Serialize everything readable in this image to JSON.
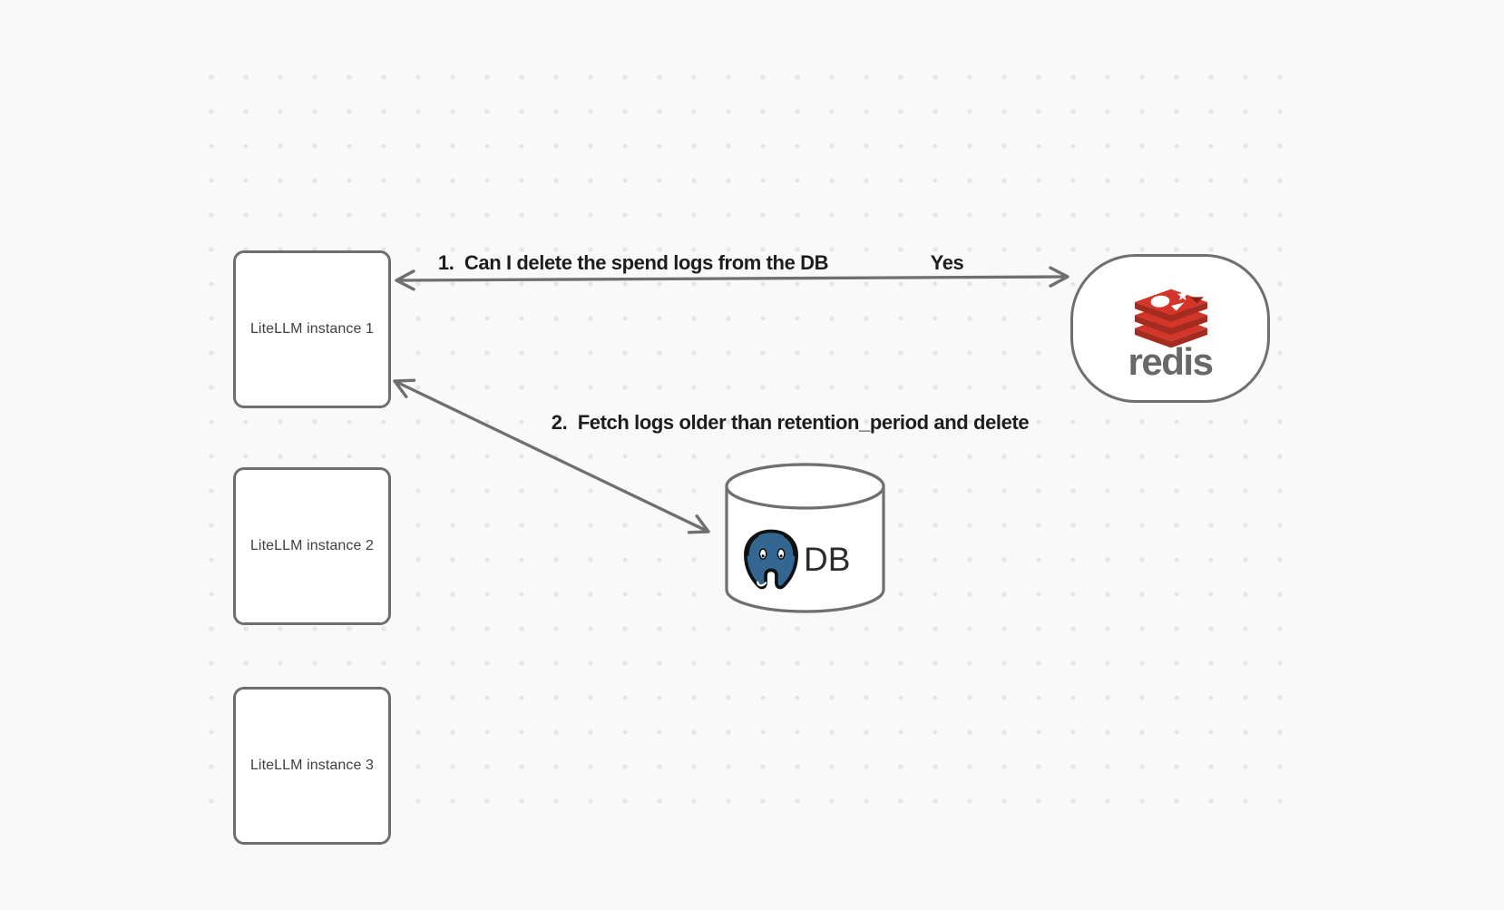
{
  "diagram": {
    "type": "architecture-flow",
    "colors": {
      "background": "#f9f9f9",
      "grid_dot": "#e6e6e6",
      "shape_stroke": "#6f6f6f",
      "shape_fill": "#ffffff",
      "edge_label_text": "#1d1d1d",
      "node_label_text": "#3f3f3f",
      "redis_red": "#d43529",
      "redis_red_dark": "#a42b20",
      "redis_wordmark_gray": "#686868",
      "postgres_blue": "#336791",
      "db_text": "#2b2b2b"
    }
  },
  "nodes": {
    "litellm_instances": [
      {
        "label": "LiteLLM instance 1"
      },
      {
        "label": "LiteLLM instance 2"
      },
      {
        "label": "LiteLLM instance 3"
      }
    ],
    "redis": {
      "wordmark": "redis",
      "icon": "redis-cube-logo"
    },
    "db": {
      "label": "DB",
      "icon": "postgresql-elephant-logo"
    }
  },
  "edges": [
    {
      "from": "LiteLLM instance 1",
      "to": "redis",
      "arrows": "both",
      "label": "1.  Can I delete the spend logs from the DB",
      "response_label": "Yes"
    },
    {
      "from": "LiteLLM instance 1",
      "to": "DB",
      "arrows": "both",
      "label": "2.  Fetch logs older than retention_period and delete"
    }
  ]
}
